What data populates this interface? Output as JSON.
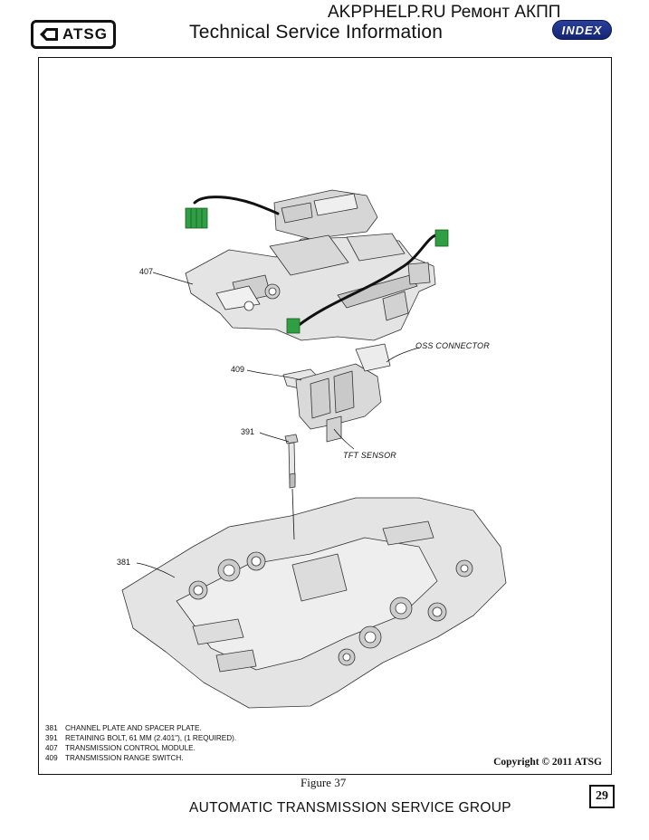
{
  "header": {
    "logo_text": "ATSG",
    "site": "AKPPHELP.RU Ремонт АКПП",
    "title": "Technical Service Information",
    "index_label": "INDEX"
  },
  "figure": {
    "callouts": {
      "c407": "407",
      "c409": "409",
      "c391": "391",
      "c381": "381"
    },
    "labels": {
      "oss": "OSS CONNECTOR",
      "tft": "TFT SENSOR"
    },
    "legend": [
      {
        "num": "381",
        "text": "CHANNEL PLATE AND SPACER PLATE."
      },
      {
        "num": "391",
        "text": "RETAINING BOLT, 61 MM (2.401\"), (1 REQUIRED)."
      },
      {
        "num": "407",
        "text": "TRANSMISSION CONTROL MODULE."
      },
      {
        "num": "409",
        "text": "TRANSMISSION RANGE SWITCH."
      }
    ],
    "copyright": "Copyright © 2011 ATSG"
  },
  "caption": "Figure 37",
  "footer": {
    "org": "AUTOMATIC TRANSMISSION SERVICE GROUP",
    "page": "29"
  },
  "colors": {
    "connector_green": "#2f9e44",
    "index_blue": "#1b2f86"
  }
}
